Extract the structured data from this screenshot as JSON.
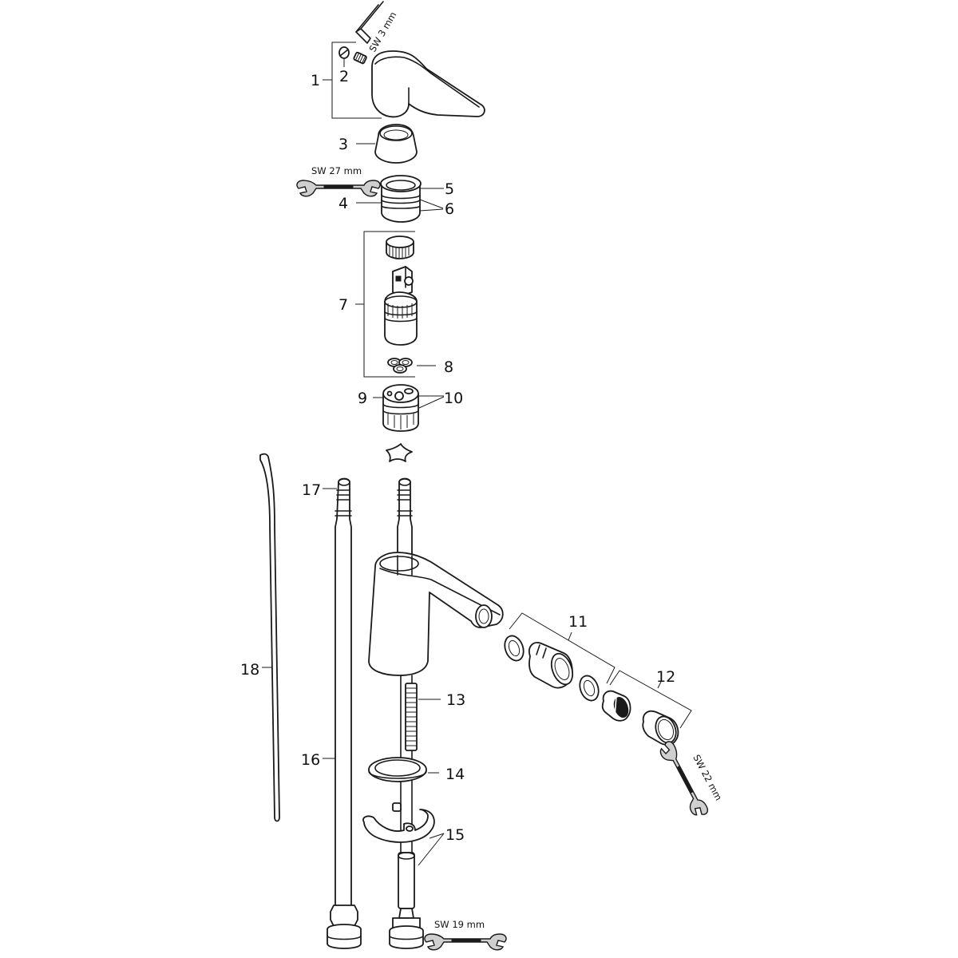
{
  "diagram": {
    "type": "exploded-parts-view",
    "background": "#ffffff",
    "line_color": "#1a1a1a",
    "parts": [
      {
        "id": "1",
        "label": "1",
        "description": "handle assembly (bracketed group)"
      },
      {
        "id": "2",
        "label": "2",
        "description": "cap and grub screw"
      },
      {
        "id": "3",
        "label": "3",
        "description": "cover sleeve"
      },
      {
        "id": "4",
        "label": "4",
        "description": "threaded nut"
      },
      {
        "id": "5",
        "label": "5",
        "description": "ring"
      },
      {
        "id": "6",
        "label": "6",
        "description": "o-rings"
      },
      {
        "id": "7",
        "label": "7",
        "description": "cartridge assembly (bracketed group)"
      },
      {
        "id": "8",
        "label": "8",
        "description": "seal set"
      },
      {
        "id": "9",
        "label": "9",
        "description": "base"
      },
      {
        "id": "10",
        "label": "10",
        "description": "seals"
      },
      {
        "id": "11",
        "label": "11",
        "description": "swivel joint set (bracketed group)"
      },
      {
        "id": "12",
        "label": "12",
        "description": "aerator set (bracketed group)"
      },
      {
        "id": "13",
        "label": "13",
        "description": "threaded rod"
      },
      {
        "id": "14",
        "label": "14",
        "description": "washer"
      },
      {
        "id": "15",
        "label": "15",
        "description": "fixing set"
      },
      {
        "id": "16",
        "label": "16",
        "description": "connection hose"
      },
      {
        "id": "17",
        "label": "17",
        "description": "hose end"
      },
      {
        "id": "18",
        "label": "18",
        "description": "pull rod"
      }
    ],
    "tools": [
      {
        "id": "hex-key",
        "label": "SW 3 mm"
      },
      {
        "id": "wrench-27",
        "label": "SW 27 mm"
      },
      {
        "id": "wrench-22",
        "label": "SW 22 mm"
      },
      {
        "id": "wrench-19",
        "label": "SW 19 mm"
      }
    ]
  }
}
